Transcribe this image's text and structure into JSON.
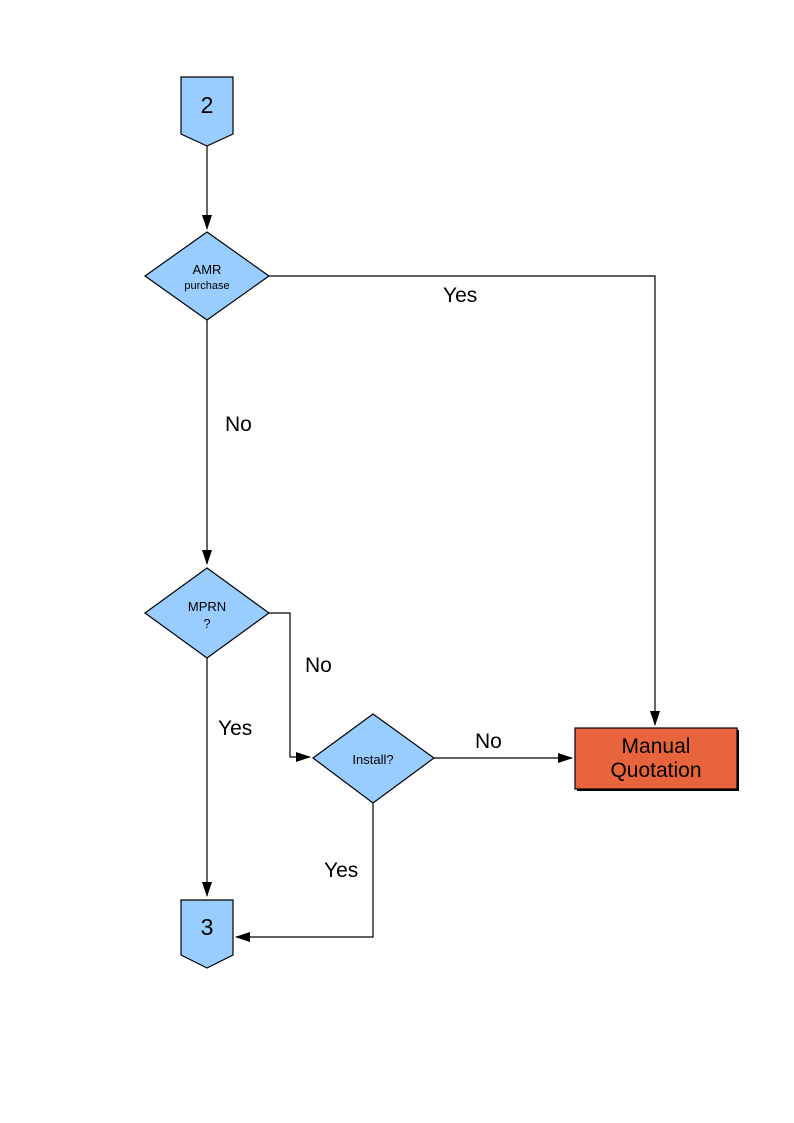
{
  "flowchart": {
    "colors": {
      "node_fill": "#99CCFF",
      "node_border": "#000000",
      "manual_quotation_fill": "#E8643C",
      "line_color": "#000000",
      "page_background": "#FFFFFF"
    },
    "nodes": {
      "connector_2": {
        "type": "off-page-connector",
        "label": "2"
      },
      "decision_amr": {
        "type": "decision",
        "label_line1": "AMR",
        "label_line2": "purchase"
      },
      "decision_mprn": {
        "type": "decision",
        "label_line1": "MPRN",
        "label_line2": "?"
      },
      "decision_install": {
        "type": "decision",
        "label": "Install?"
      },
      "manual_quotation": {
        "type": "process",
        "label_line1": "Manual",
        "label_line2": "Quotation"
      },
      "connector_3": {
        "type": "off-page-connector",
        "label": "3"
      }
    },
    "edges": {
      "amr_yes": {
        "from": "decision_amr",
        "to": "manual_quotation",
        "label": "Yes"
      },
      "amr_no": {
        "from": "decision_amr",
        "to": "decision_mprn",
        "label": "No"
      },
      "mprn_no": {
        "from": "decision_mprn",
        "to": "decision_install",
        "label": "No"
      },
      "mprn_yes": {
        "from": "decision_mprn",
        "to": "connector_3",
        "label": "Yes"
      },
      "install_no": {
        "from": "decision_install",
        "to": "manual_quotation",
        "label": "No"
      },
      "install_yes": {
        "from": "decision_install",
        "to": "connector_3",
        "label": "Yes"
      }
    }
  }
}
